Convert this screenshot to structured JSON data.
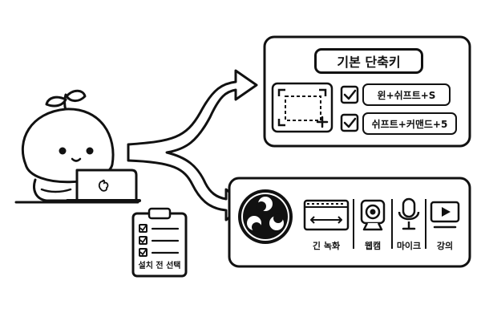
{
  "shortcuts": {
    "title": "기본 단축키",
    "items": [
      {
        "label": "윈+쉬프트+S",
        "checked": true
      },
      {
        "label": "쉬프트+커맨드+5",
        "checked": true
      }
    ]
  },
  "recording": {
    "features": [
      {
        "label": "긴 녹화",
        "icon": "timeline-icon"
      },
      {
        "label": "웹캠",
        "icon": "webcam-icon"
      },
      {
        "label": "마이크",
        "icon": "microphone-icon"
      },
      {
        "label": "강의",
        "icon": "play-lecture-icon"
      }
    ]
  },
  "checklist": {
    "label": "설치 전 선택"
  }
}
